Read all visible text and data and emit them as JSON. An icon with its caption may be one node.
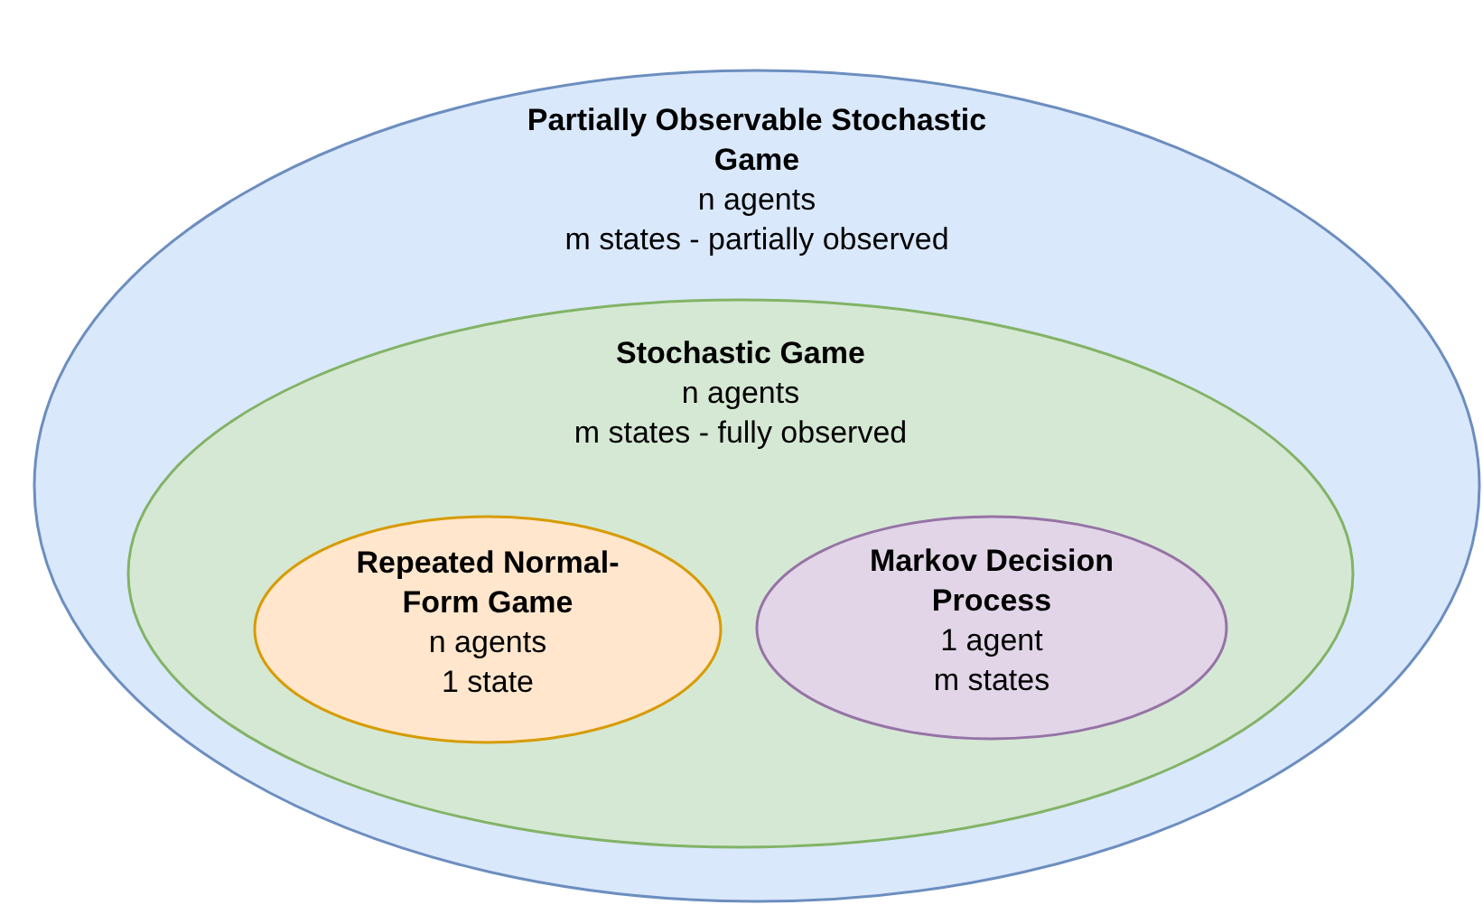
{
  "diagram": {
    "nodes": [
      {
        "text": [
          "Partially Observable Stochastic Game",
          "n agents",
          "m states - partially observed"
        ]
      },
      {
        "text": [
          "Stochastic Game",
          "n agents",
          "m states - fully observed"
        ],
        "in": 0
      },
      {
        "text": [
          "Repeated Normal-Form Game",
          "n agents",
          "1 state"
        ],
        "in": 1
      },
      {
        "text": [
          "Markov Decision Process",
          "1 agent",
          "m states"
        ],
        "in": 1
      }
    ]
  }
}
